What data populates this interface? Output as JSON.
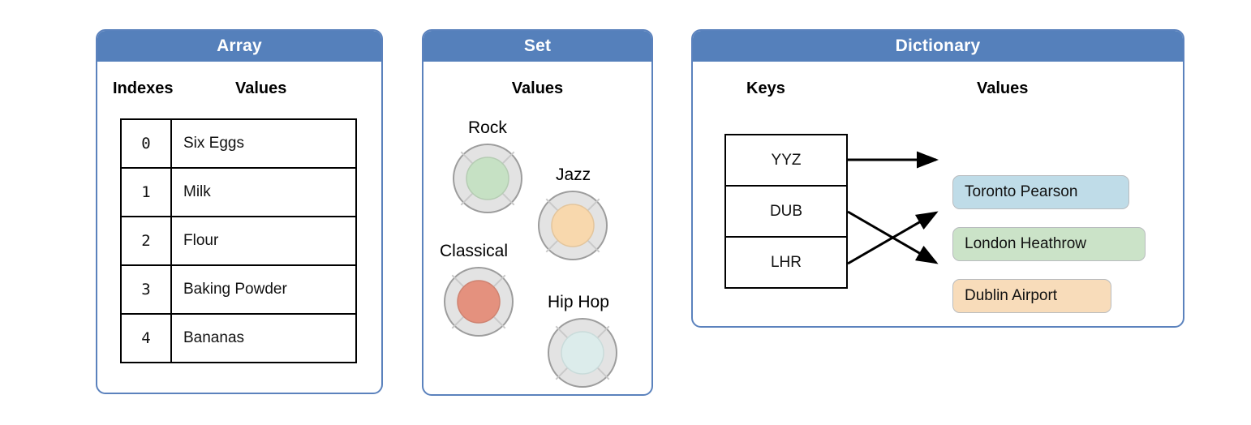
{
  "panels": {
    "array": {
      "title": "Array",
      "col_index_label": "Indexes",
      "col_value_label": "Values",
      "rows": [
        {
          "index": "0",
          "value": "Six Eggs"
        },
        {
          "index": "1",
          "value": "Milk"
        },
        {
          "index": "2",
          "value": "Flour"
        },
        {
          "index": "3",
          "value": "Baking Powder"
        },
        {
          "index": "4",
          "value": "Bananas"
        }
      ]
    },
    "set": {
      "title": "Set",
      "col_value_label": "Values",
      "items": [
        {
          "label": "Rock",
          "color": "#c6e1c4"
        },
        {
          "label": "Jazz",
          "color": "#f8d8ad"
        },
        {
          "label": "Classical",
          "color": "#e4917e"
        },
        {
          "label": "Hip Hop",
          "color": "#dceceb"
        }
      ]
    },
    "dictionary": {
      "title": "Dictionary",
      "col_key_label": "Keys",
      "col_value_label": "Values",
      "keys": [
        "YYZ",
        "DUB",
        "LHR"
      ],
      "values": [
        {
          "label": "Toronto Pearson",
          "color": "#bfdce8"
        },
        {
          "label": "London Heathrow",
          "color": "#cbe3c8"
        },
        {
          "label": "Dublin Airport",
          "color": "#f8dcba"
        }
      ],
      "mappings": [
        {
          "from": "YYZ",
          "to": "Toronto Pearson"
        },
        {
          "from": "DUB",
          "to": "Dublin Airport"
        },
        {
          "from": "LHR",
          "to": "London Heathrow"
        }
      ]
    }
  },
  "colors": {
    "header_blue": "#5580bb",
    "border_blue": "#5b82bd",
    "ring_gray": "#e3e3e3",
    "ring_stroke": "#9d9d9d"
  }
}
